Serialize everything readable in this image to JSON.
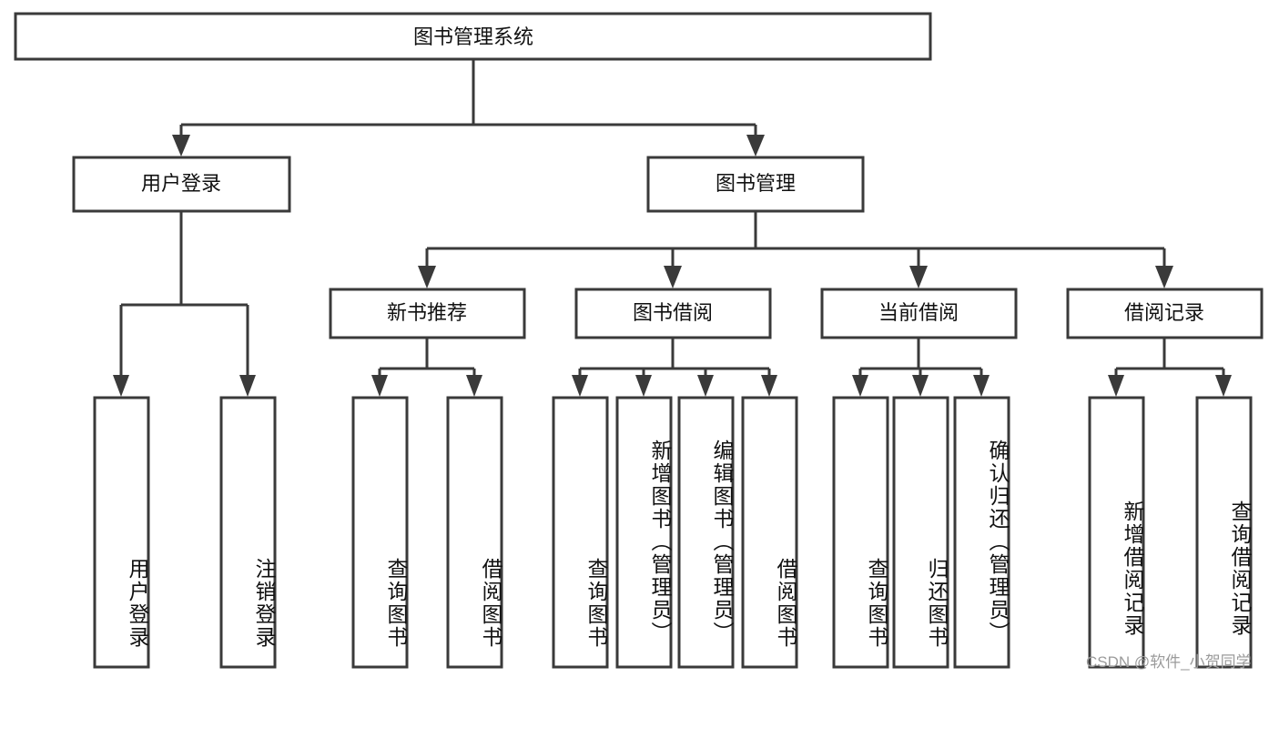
{
  "diagram": {
    "title": "图书管理系统",
    "type": "tree",
    "orientation": "top-down",
    "root": {
      "id": "root",
      "label": "图书管理系统",
      "orientation": "horizontal"
    },
    "level2": [
      {
        "id": "user-login",
        "label": "用户登录",
        "orientation": "horizontal"
      },
      {
        "id": "book-management",
        "label": "图书管理",
        "orientation": "horizontal"
      }
    ],
    "level3": [
      {
        "id": "new-book-recommend",
        "label": "新书推荐",
        "orientation": "horizontal",
        "parent": "book-management"
      },
      {
        "id": "book-borrow",
        "label": "图书借阅",
        "orientation": "horizontal",
        "parent": "book-management"
      },
      {
        "id": "current-borrow",
        "label": "当前借阅",
        "orientation": "horizontal",
        "parent": "book-management"
      },
      {
        "id": "borrow-record",
        "label": "借阅记录",
        "orientation": "horizontal",
        "parent": "book-management"
      }
    ],
    "leaves": [
      {
        "id": "leaf-user-login",
        "label": "用户登录",
        "orientation": "vertical",
        "parent": "user-login"
      },
      {
        "id": "leaf-user-logout",
        "label": "注销登录",
        "orientation": "vertical",
        "parent": "user-login"
      },
      {
        "id": "leaf-query-book-1",
        "label": "查询图书",
        "orientation": "vertical",
        "parent": "new-book-recommend"
      },
      {
        "id": "leaf-borrow-book-1",
        "label": "借阅图书",
        "orientation": "vertical",
        "parent": "new-book-recommend"
      },
      {
        "id": "leaf-query-book-2",
        "label": "查询图书",
        "orientation": "vertical",
        "parent": "book-borrow"
      },
      {
        "id": "leaf-add-book",
        "label": "新增图书（管理员）",
        "orientation": "vertical",
        "parent": "book-borrow"
      },
      {
        "id": "leaf-edit-book",
        "label": "编辑图书（管理员）",
        "orientation": "vertical",
        "parent": "book-borrow"
      },
      {
        "id": "leaf-borrow-book-2",
        "label": "借阅图书",
        "orientation": "vertical",
        "parent": "book-borrow"
      },
      {
        "id": "leaf-query-book-3",
        "label": "查询图书",
        "orientation": "vertical",
        "parent": "current-borrow"
      },
      {
        "id": "leaf-return-book",
        "label": "归还图书",
        "orientation": "vertical",
        "parent": "current-borrow"
      },
      {
        "id": "leaf-confirm-return",
        "label": "确认归还（管理员）",
        "orientation": "vertical",
        "parent": "current-borrow"
      },
      {
        "id": "leaf-add-borrow-record",
        "label": "新增借阅记录",
        "orientation": "vertical",
        "parent": "borrow-record"
      },
      {
        "id": "leaf-query-borrow-record",
        "label": "查询借阅记录",
        "orientation": "vertical",
        "parent": "borrow-record"
      }
    ]
  },
  "watermark": {
    "text": "CSDN @软件_小贺同学"
  },
  "colors": {
    "stroke": "#3a3a3a",
    "fill": "#ffffff",
    "text": "#111111",
    "watermark": "#9b9b9b"
  }
}
